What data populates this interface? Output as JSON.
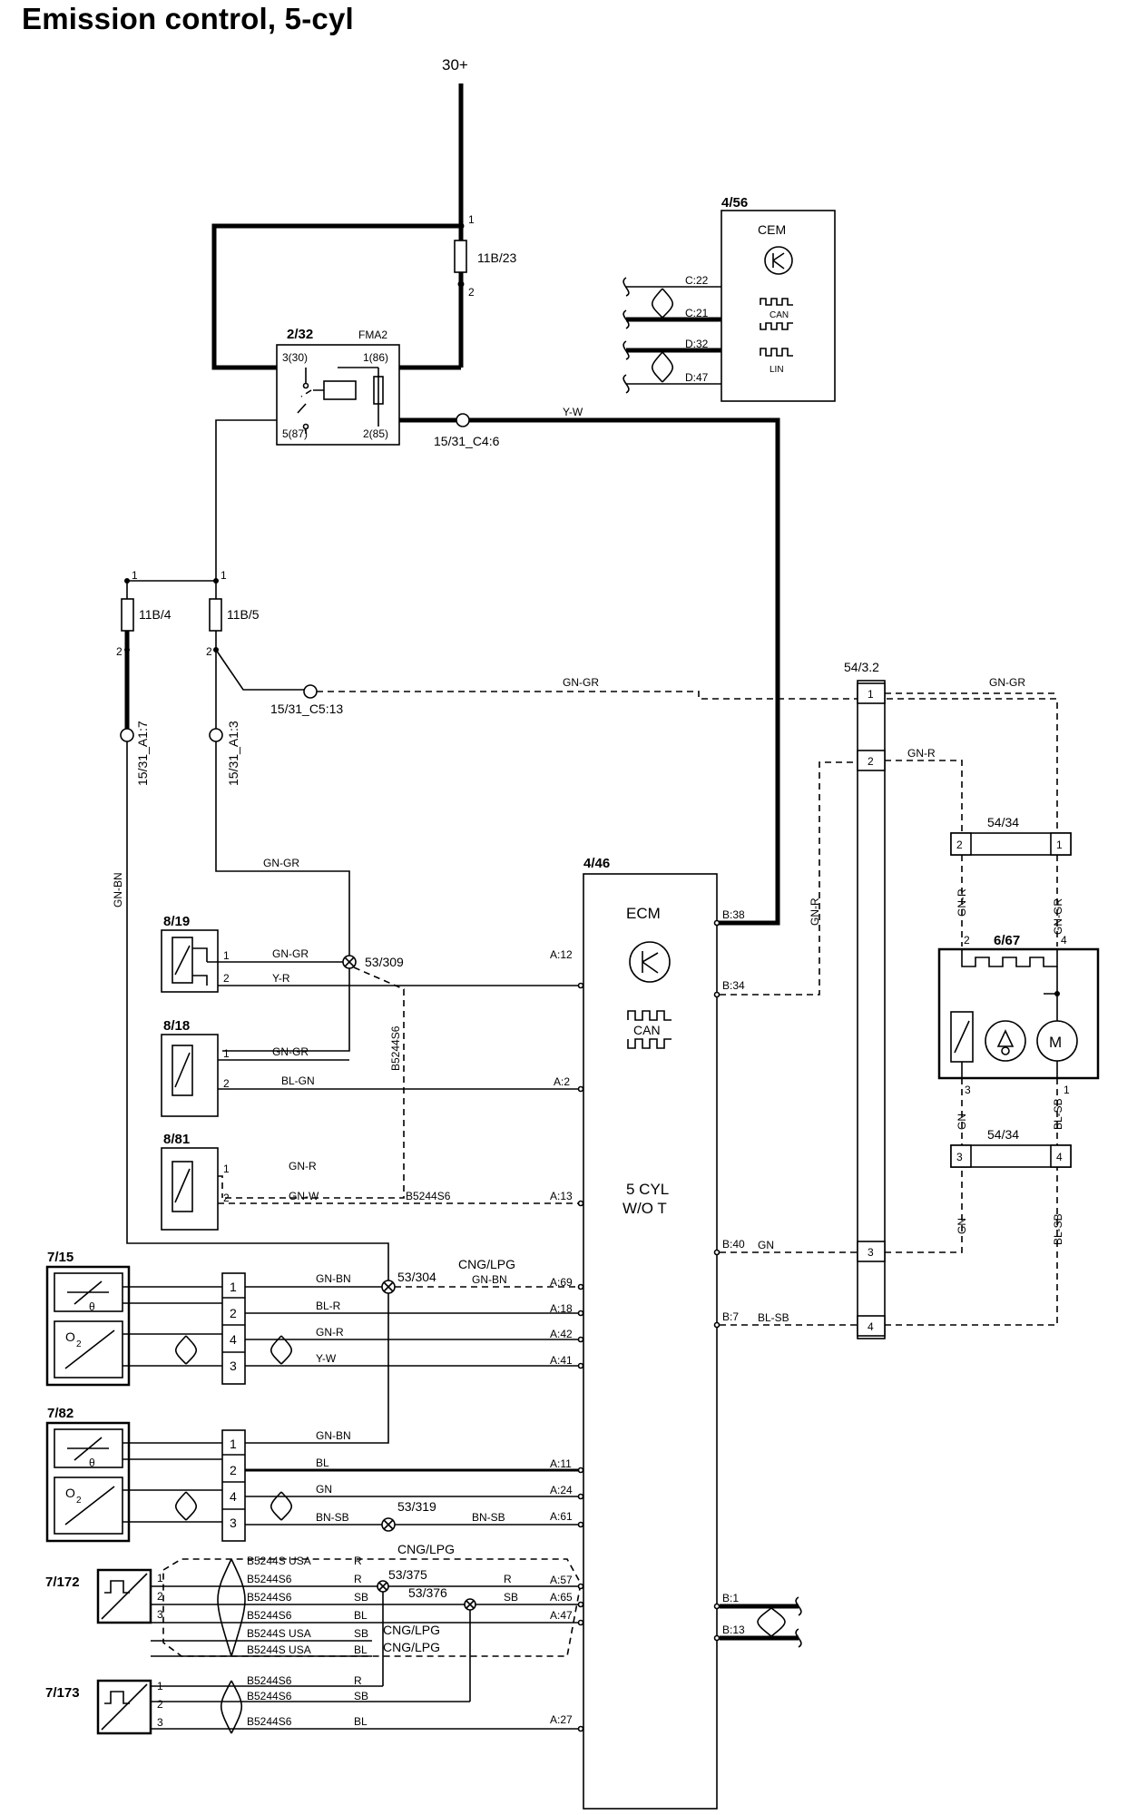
{
  "title": "Emission control, 5-cyl",
  "supply": "30+",
  "fuses": {
    "f23": {
      "id": "11B/23",
      "pin1": "1",
      "pin2": "2"
    },
    "f4": {
      "id": "11B/4",
      "pin1": "1",
      "pin2": "2"
    },
    "f5": {
      "id": "11B/5",
      "pin1": "1",
      "pin2": "2"
    }
  },
  "relay": {
    "id": "2/32",
    "name": "FMA2",
    "p30": "3(30)",
    "p86": "1(86)",
    "p87": "5(87)",
    "p85": "2(85)"
  },
  "cem": {
    "id": "4/56",
    "name": "CEM",
    "can": "CAN",
    "lin": "LIN",
    "pins": [
      "C:22",
      "C:21",
      "D:32",
      "D:47"
    ]
  },
  "connectors": {
    "c46": "15/31_C4:6",
    "c513": "15/31_C5:13",
    "a17": "15/31_A1:7",
    "a13": "15/31_A1:3"
  },
  "wires": {
    "yw": "Y-W",
    "gngr": "GN-GR",
    "gnr": "GN-R",
    "gnbn": "GN-BN",
    "yr": "Y-R",
    "blgn": "BL-GN",
    "gnw": "GN-W",
    "b5244s6": "B5244S6",
    "blr": "BL-R",
    "bl": "BL",
    "gn": "GN",
    "bnsb": "BN-SB",
    "blsb": "BL-SB",
    "r": "R",
    "sb": "SB",
    "b5244susa": "B5244S USA",
    "cnglpg": "CNG/LPG"
  },
  "ecm": {
    "id": "4/46",
    "name": "ECM",
    "can": "CAN",
    "variant1": "5 CYL",
    "variant2": "W/O T",
    "pinsA": [
      "A:12",
      "A:2",
      "A:13",
      "A:69",
      "A:18",
      "A:42",
      "A:41",
      "A:11",
      "A:24",
      "A:61",
      "A:57",
      "A:65",
      "A:47",
      "A:27"
    ],
    "pinsB": [
      "B:38",
      "B:34",
      "B:40",
      "B:7",
      "B:1",
      "B:13"
    ]
  },
  "splices": [
    "53/309",
    "53/304",
    "53/319",
    "53/375",
    "53/376"
  ],
  "sensors": [
    "8/19",
    "8/18",
    "8/81",
    "7/15",
    "7/82",
    "7/172",
    "7/173"
  ],
  "pump": {
    "id": "6/67",
    "p2": "2",
    "p4": "4",
    "p3": "3",
    "p1": "1",
    "m": "M"
  },
  "conn54_32": {
    "id": "54/3.2",
    "pins": [
      "1",
      "2",
      "3",
      "4"
    ]
  },
  "conn54_34": {
    "id": "54/34",
    "pins": [
      "2",
      "1",
      "3",
      "4"
    ]
  },
  "pins": {
    "p1": "1",
    "p2": "2",
    "p3": "3",
    "p4": "4"
  },
  "symbols": {
    "theta": "θ",
    "o2": "O",
    "o2sub": "2"
  }
}
